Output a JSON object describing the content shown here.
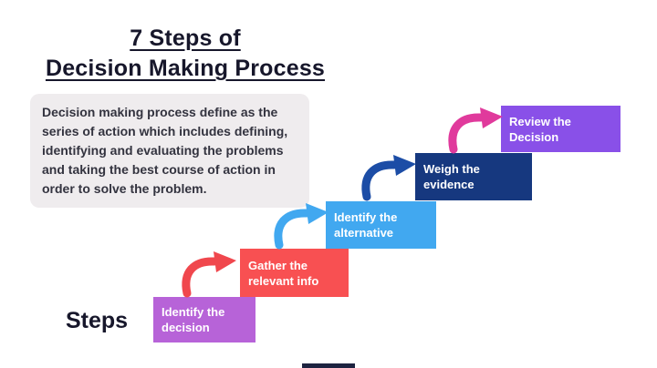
{
  "title": {
    "line1": "7 Steps of ",
    "line2": "Decision Making Process"
  },
  "description": "Decision making process define as the series of action which includes defining, identifying and evaluating the problems and taking the best course of action in order to solve the problem.",
  "steps_label": "Steps",
  "steps": [
    {
      "label": "Identify the decision",
      "color": "#b763d8"
    },
    {
      "label": "Gather the relevant info",
      "color": "#f85052"
    },
    {
      "label": "Identify the alternative",
      "color": "#41a8f0"
    },
    {
      "label": "Weigh the evidence",
      "color": "#16387f"
    },
    {
      "label": "Review the Decision",
      "color": "#8950e8"
    }
  ],
  "arrows": [
    {
      "name": "arrow-to-step-2",
      "color": "#f0474d"
    },
    {
      "name": "arrow-to-step-3",
      "color": "#41a8f0"
    },
    {
      "name": "arrow-to-step-4",
      "color": "#1c4da6"
    },
    {
      "name": "arrow-to-step-5",
      "color": "#e03a9c"
    }
  ],
  "colors": {
    "background": "#ffffff",
    "title_text": "#17172b",
    "description_background": "#efecee",
    "description_text": "#33333f"
  }
}
